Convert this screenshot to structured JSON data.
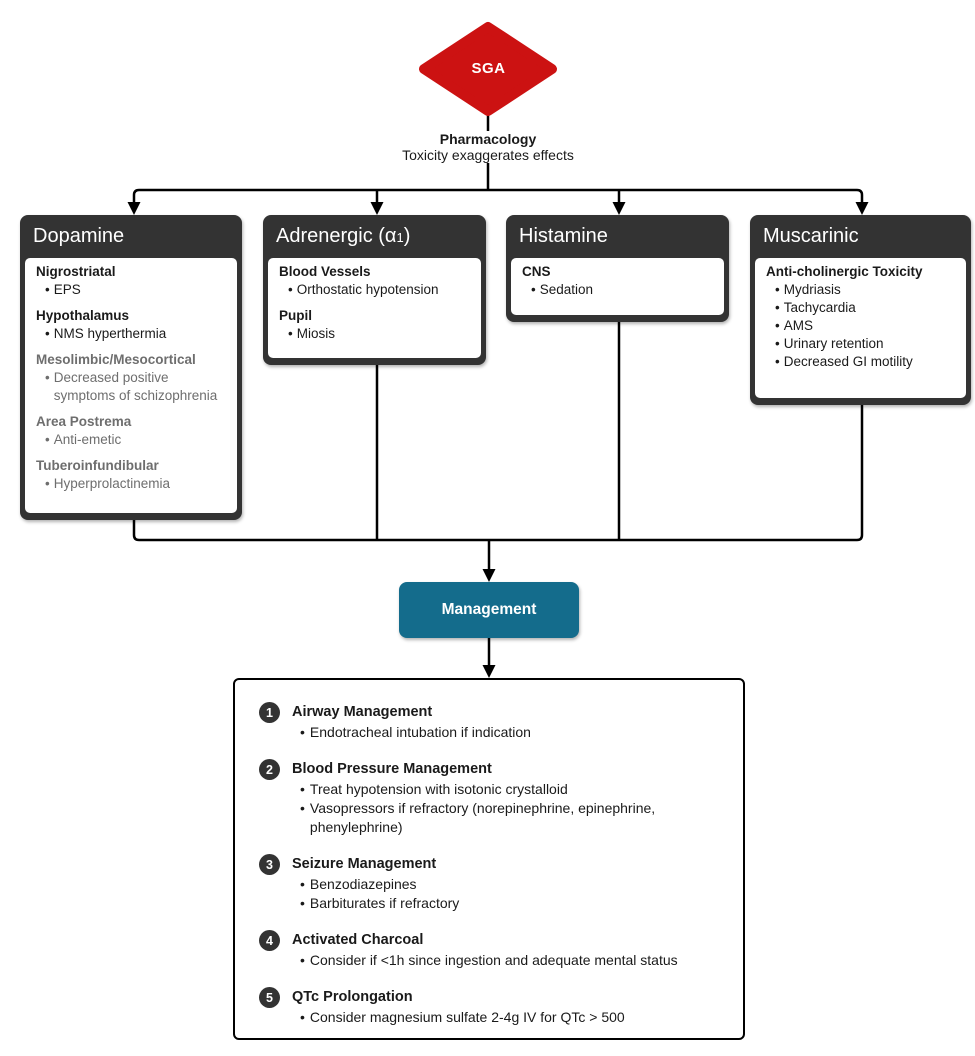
{
  "root": {
    "label": "SGA"
  },
  "pharmacology": {
    "title": "Pharmacology",
    "subtitle": "Toxicity exaggerates effects"
  },
  "colors": {
    "diamond_red": "#cc1212",
    "header_dark": "#333333",
    "management_teal": "#146c8c",
    "muted_gray": "#6e6e6e"
  },
  "receptors": [
    {
      "title": "Dopamine",
      "title_sub": "",
      "title_suffix": "",
      "sections": [
        {
          "heading": "Nigrostriatal",
          "muted": false,
          "bullets": [
            "EPS"
          ]
        },
        {
          "heading": "Hypothalamus",
          "muted": false,
          "bullets": [
            "NMS hyperthermia"
          ]
        },
        {
          "heading": "Mesolimbic/Mesocortical",
          "muted": true,
          "bullets": [
            "Decreased positive symptoms of schizophrenia"
          ]
        },
        {
          "heading": "Area Postrema",
          "muted": true,
          "bullets": [
            "Anti-emetic"
          ]
        },
        {
          "heading": "Tuberoinfundibular",
          "muted": true,
          "bullets": [
            "Hyperprolactinemia"
          ]
        }
      ]
    },
    {
      "title": "Adrenergic (α",
      "title_sub": "1",
      "title_suffix": ")",
      "sections": [
        {
          "heading": "Blood Vessels",
          "muted": false,
          "bullets": [
            "Orthostatic hypotension"
          ]
        },
        {
          "heading": "Pupil",
          "muted": false,
          "bullets": [
            "Miosis"
          ]
        }
      ]
    },
    {
      "title": "Histamine",
      "title_sub": "",
      "title_suffix": "",
      "sections": [
        {
          "heading": "CNS",
          "muted": false,
          "bullets": [
            "Sedation"
          ]
        }
      ]
    },
    {
      "title": "Muscarinic",
      "title_sub": "",
      "title_suffix": "",
      "sections": [
        {
          "heading": "Anti-cholinergic Toxicity",
          "muted": false,
          "bullets": [
            "Mydriasis",
            "Tachycardia",
            "AMS",
            "Urinary retention",
            "Decreased GI motility"
          ]
        }
      ]
    }
  ],
  "management": {
    "label": "Management"
  },
  "management_steps": [
    {
      "number": "1",
      "title": "Airway Management",
      "bullets": [
        "Endotracheal intubation if indication"
      ]
    },
    {
      "number": "2",
      "title": "Blood Pressure Management",
      "bullets": [
        "Treat hypotension with isotonic crystalloid",
        "Vasopressors if refractory (norepinephrine, epinephrine, phenylephrine)"
      ]
    },
    {
      "number": "3",
      "title": "Seizure Management",
      "bullets": [
        "Benzodiazepines",
        "Barbiturates if refractory"
      ]
    },
    {
      "number": "4",
      "title": "Activated Charcoal",
      "bullets": [
        "Consider if <1h since ingestion and adequate mental status"
      ]
    },
    {
      "number": "5",
      "title": "QTc Prolongation",
      "bullets": [
        "Consider magnesium sulfate 2-4g IV for QTc > 500"
      ]
    }
  ]
}
